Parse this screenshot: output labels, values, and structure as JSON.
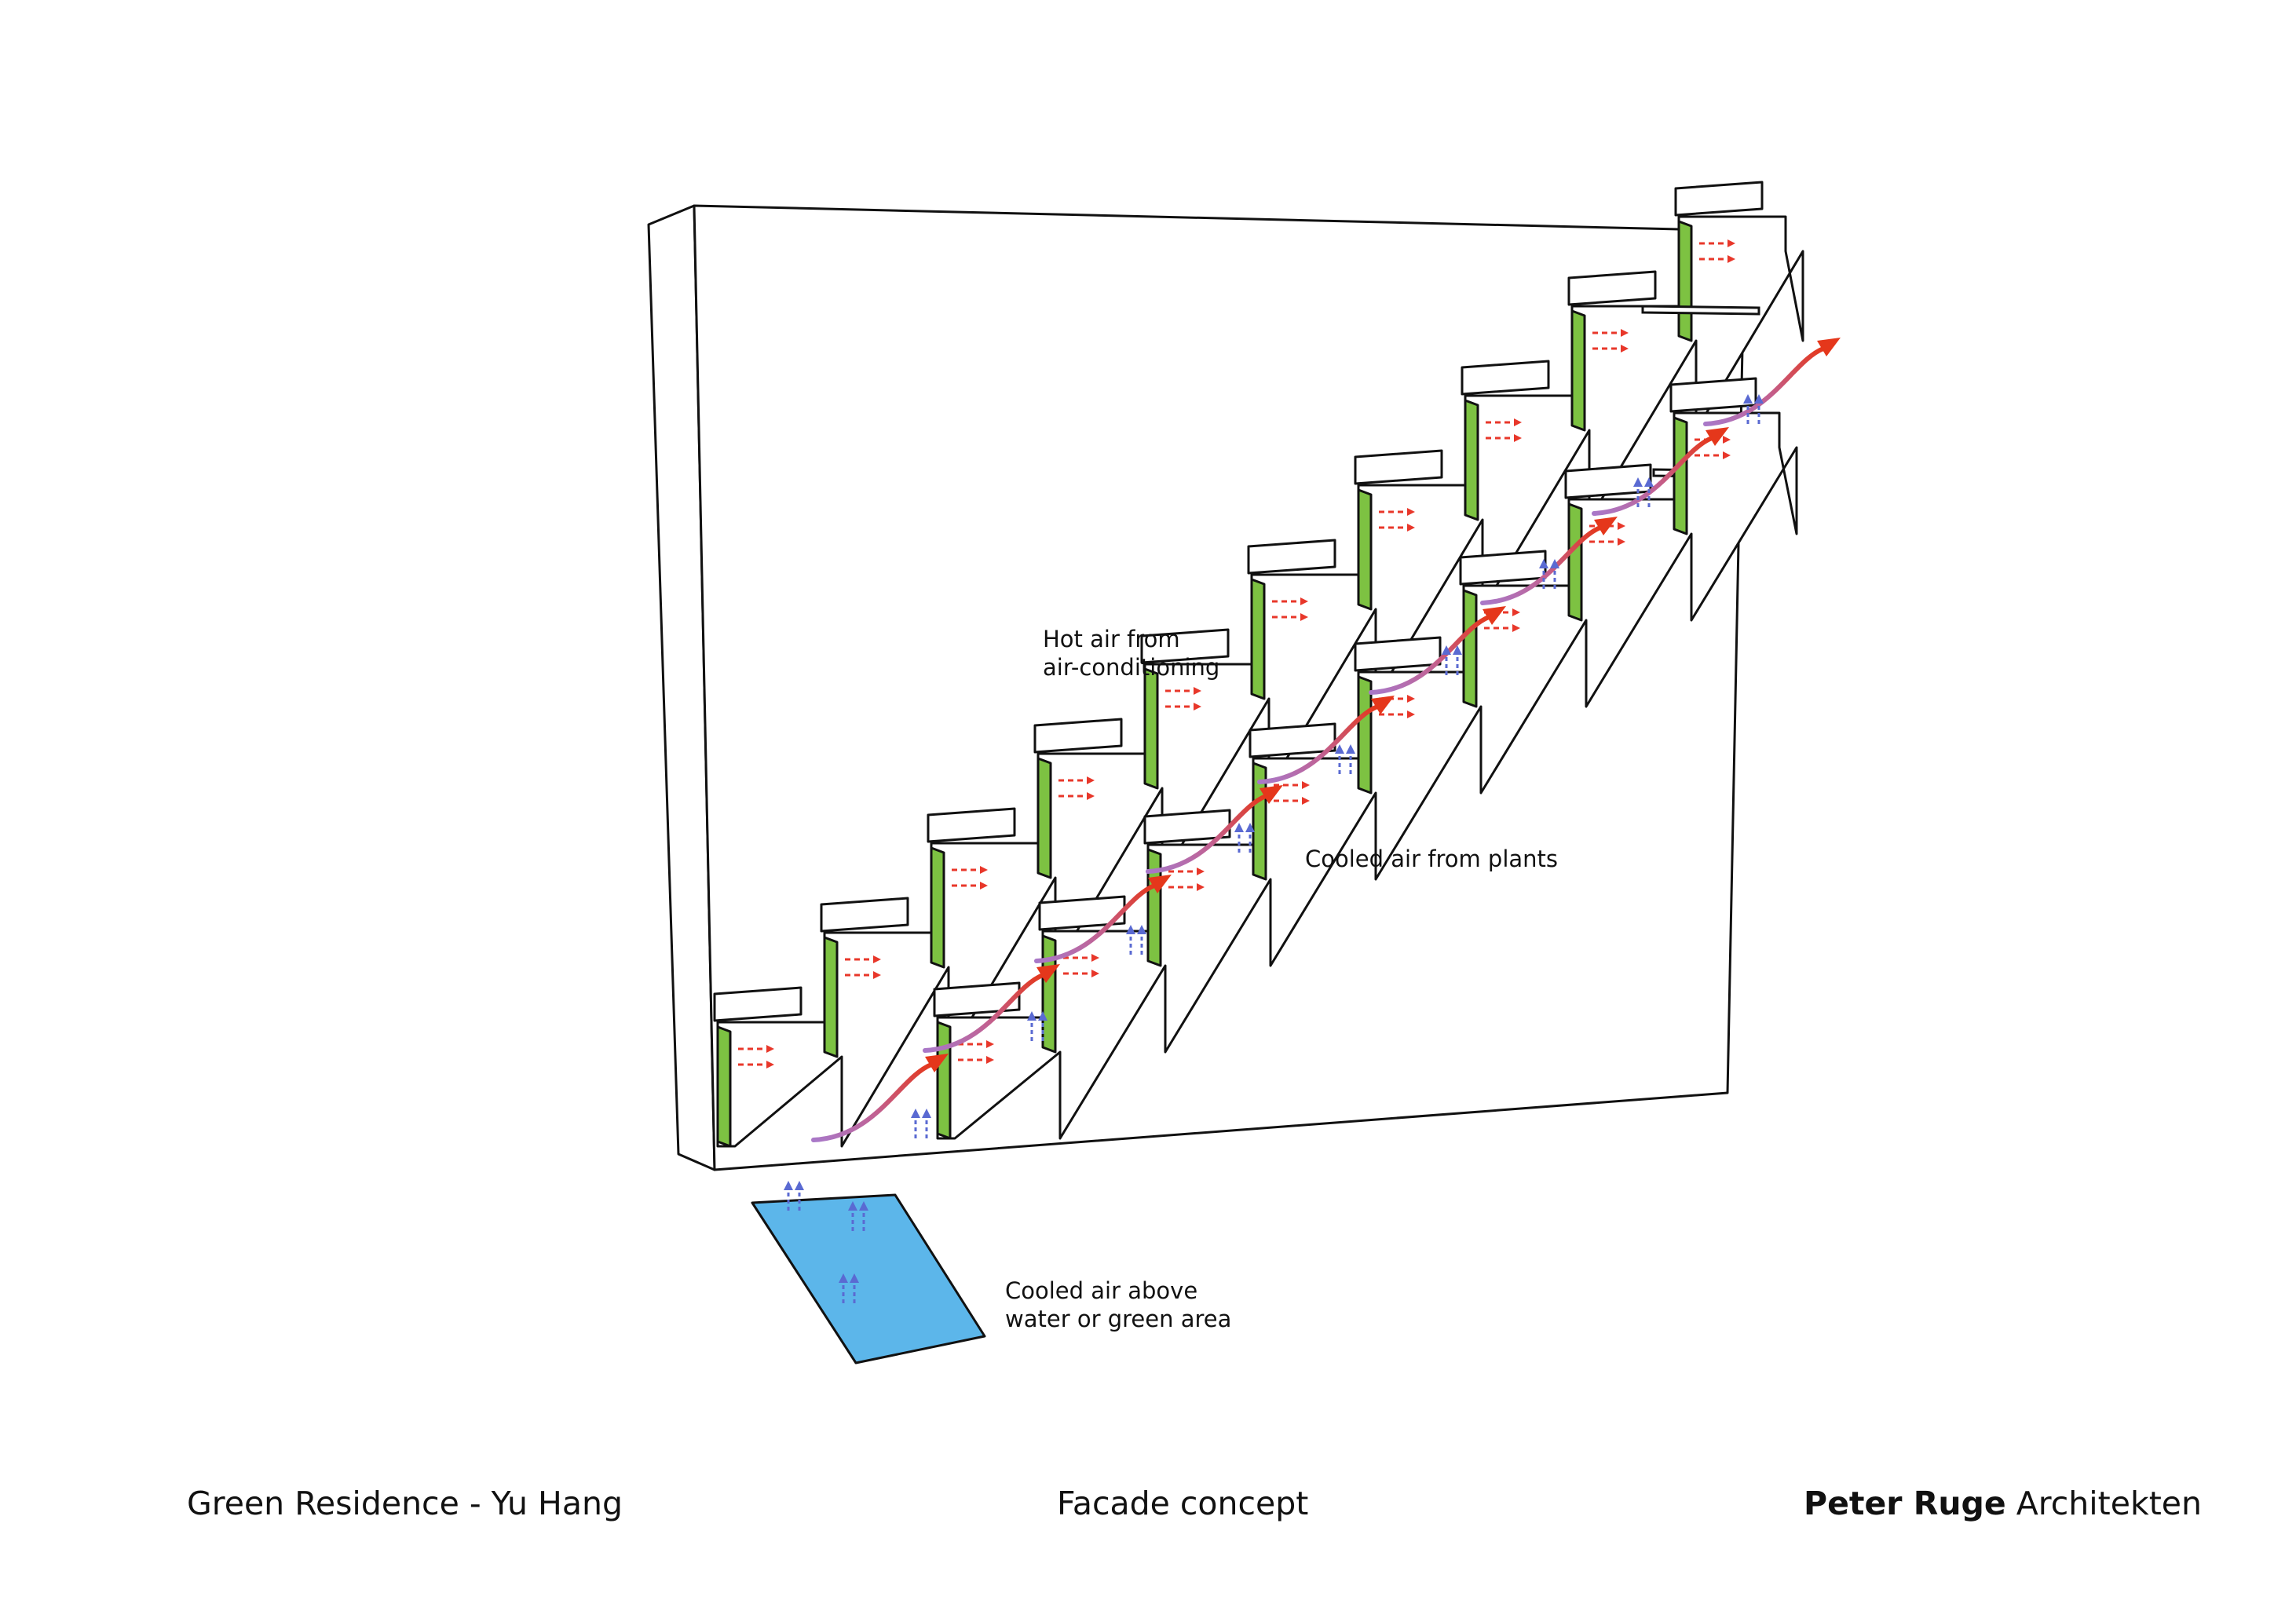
{
  "labels": {
    "hot_air": [
      "Hot air from",
      "air-conditioning"
    ],
    "cooled_plants": "Cooled air from plants",
    "cooled_water": [
      "Cooled air above",
      "water or green area"
    ]
  },
  "footer": {
    "project": "Green Residence - Yu Hang",
    "subject": "Facade concept",
    "firm_bold": "Peter Ruge",
    "firm_rest": "Architekten"
  },
  "colors": {
    "plant_green": "#7dc242",
    "water_blue": "#5cb6ea",
    "hot_arrow_red": "#e5371b",
    "dash_red": "#e8372a",
    "cool_purple": "#a978c8",
    "cool_blue": "#5a6ad2",
    "outline": "#111111"
  },
  "diagram": {
    "upper_stair_steps": 10,
    "lower_stair_steps": 8,
    "warm_air_arrows": 9,
    "cool_air_droplet_groups": 12
  }
}
